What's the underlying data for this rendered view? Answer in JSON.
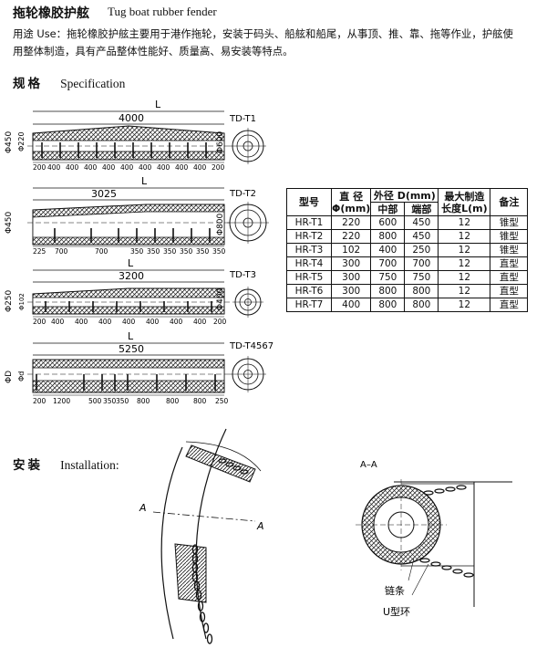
{
  "header": {
    "title_zh": "拖轮橡胶护舷",
    "title_en": "Tug boat rubber fender"
  },
  "usage": {
    "line1": "用途 Use：拖轮橡胶护舷主要用于港作拖轮，安装于码头、船舷和船尾，从事顶、推、靠、拖等作业，护舷使",
    "line2": "用整体制造，具有产品整体性能好、质量高、易安装等特点。"
  },
  "spec_section": {
    "zh": "规格",
    "en": "Specification"
  },
  "install_section": {
    "zh": "安装",
    "en": "Installation:"
  },
  "drawings": {
    "L": "L",
    "t1": {
      "label": "TD-T1",
      "length": "4000",
      "od": "Φ450",
      "id": "Φ220",
      "side": "Φ600",
      "segs": [
        "200",
        "400",
        "400",
        "400",
        "400",
        "400",
        "400",
        "400",
        "400",
        "400",
        "200"
      ]
    },
    "t2": {
      "label": "TD-T2",
      "length": "3025",
      "od": "Φ450",
      "side": "Φ800",
      "segs": [
        "225",
        "700",
        "700",
        "350",
        "350",
        "350",
        "350",
        "350",
        "350"
      ]
    },
    "t3": {
      "label": "TD-T3",
      "length": "3200",
      "od": "Φ250",
      "id": "Φ102",
      "side": "Φ400",
      "segs": [
        "200",
        "400",
        "400",
        "400",
        "400",
        "400",
        "400",
        "400",
        "200"
      ]
    },
    "t4": {
      "label": "TD-T4567",
      "length": "5250",
      "od": "ΦD",
      "id": "Φd",
      "segs": [
        "200",
        "1200",
        "500",
        "350",
        "350",
        "800",
        "800",
        "800",
        "250"
      ]
    }
  },
  "table": {
    "headers": {
      "model": "型号",
      "dia_l1": "直 径",
      "dia_l2": "Φ(mm)",
      "od_title": "外径 D(mm)",
      "od_mid": "中部",
      "od_end": "端部",
      "len_l1": "最大制造",
      "len_l2": "长度L(m)",
      "note": "备注"
    },
    "rows": [
      {
        "model": "HR-T1",
        "dia": "220",
        "mid": "600",
        "end": "450",
        "len": "12",
        "note": "锥型"
      },
      {
        "model": "HR-T2",
        "dia": "220",
        "mid": "800",
        "end": "450",
        "len": "12",
        "note": "锥型"
      },
      {
        "model": "HR-T3",
        "dia": "102",
        "mid": "400",
        "end": "250",
        "len": "12",
        "note": "锥型"
      },
      {
        "model": "HR-T4",
        "dia": "300",
        "mid": "700",
        "end": "700",
        "len": "12",
        "note": "直型"
      },
      {
        "model": "HR-T5",
        "dia": "300",
        "mid": "750",
        "end": "750",
        "len": "12",
        "note": "直型"
      },
      {
        "model": "HR-T6",
        "dia": "300",
        "mid": "800",
        "end": "800",
        "len": "12",
        "note": "直型"
      },
      {
        "model": "HR-T7",
        "dia": "400",
        "mid": "800",
        "end": "800",
        "len": "12",
        "note": "直型"
      }
    ]
  },
  "install": {
    "A1": "A",
    "A2": "A",
    "AA": "A–A",
    "chain": "链条",
    "ushackle": "U型环"
  }
}
